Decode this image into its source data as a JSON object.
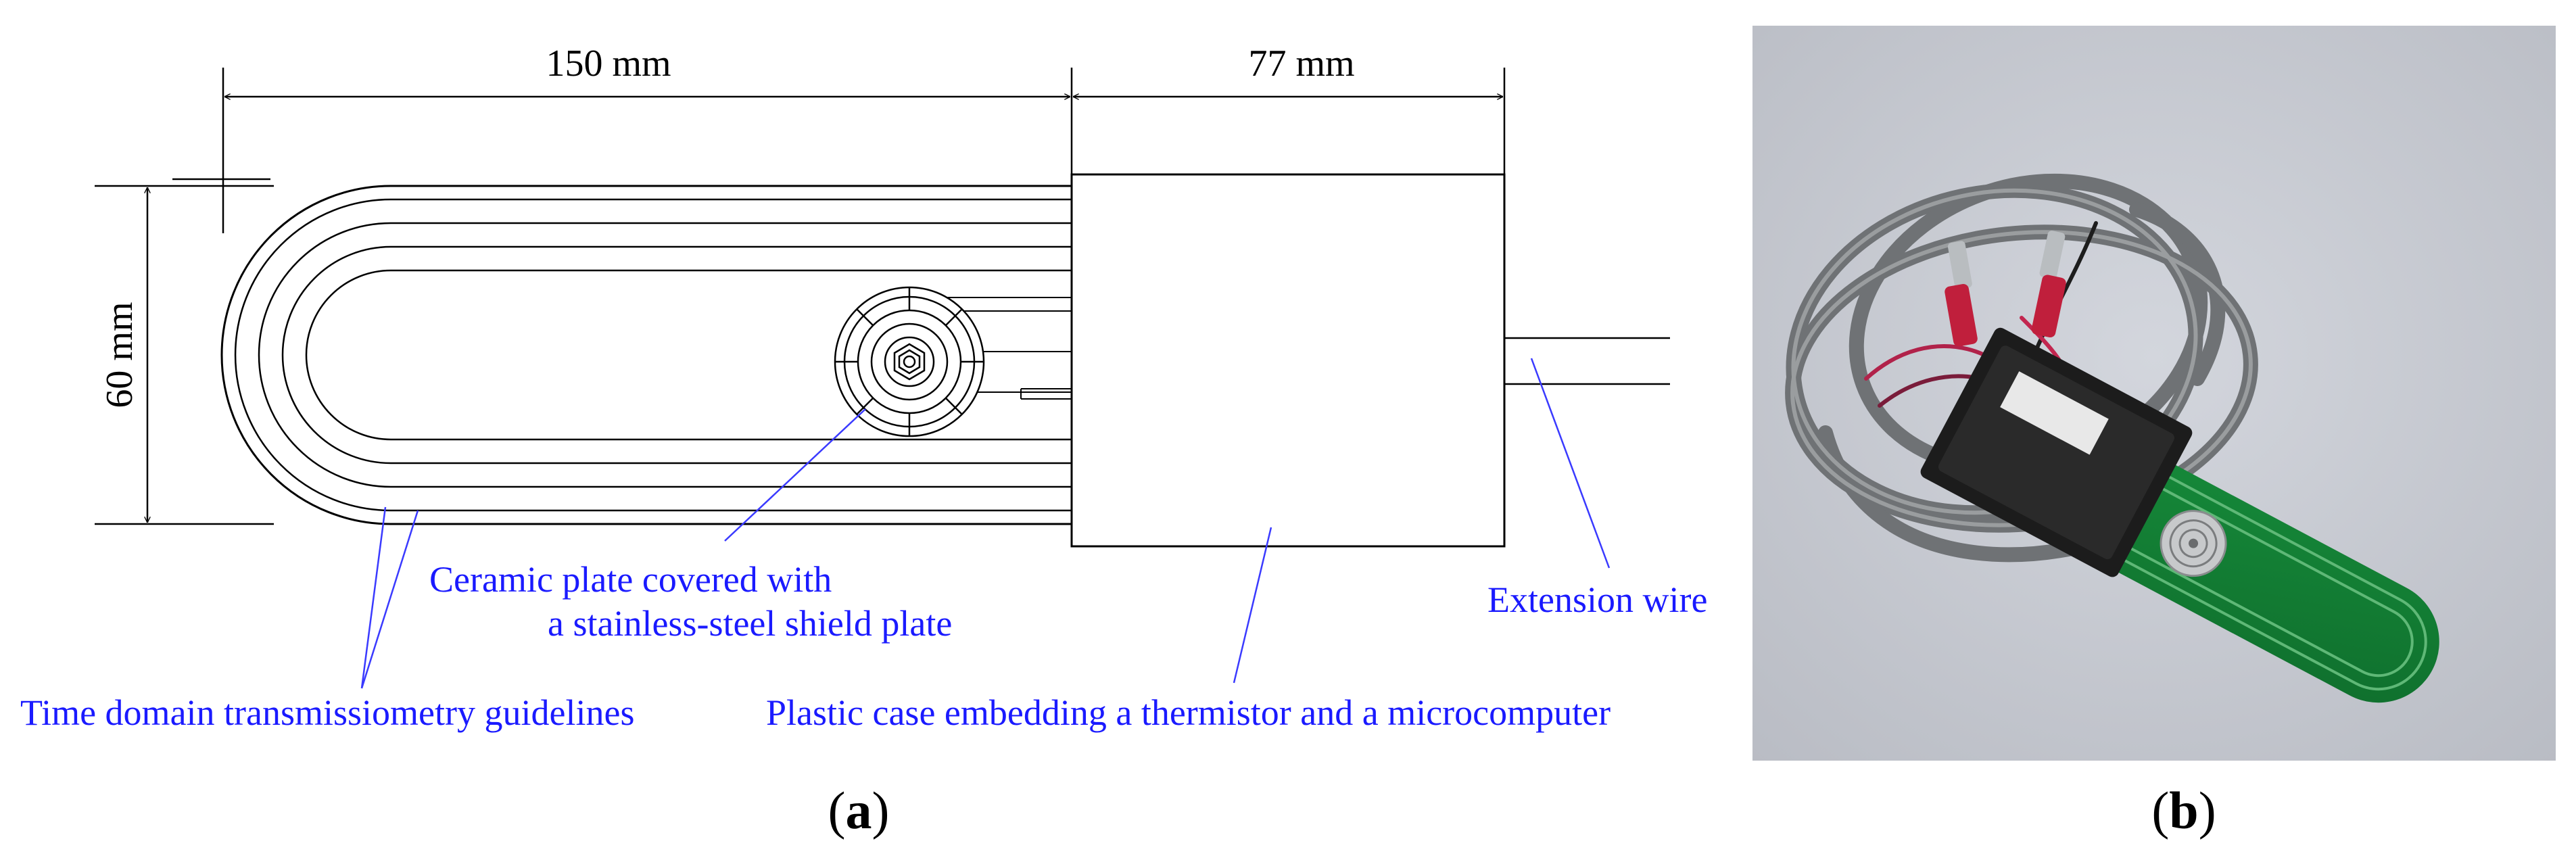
{
  "figure": {
    "dimensions": {
      "length_probe": "150 mm",
      "length_case": "77 mm",
      "width": "60 mm"
    },
    "callouts": {
      "ceramic_line1": "Ceramic plate covered with",
      "ceramic_line2": "a stainless-steel shield plate",
      "extension_wire": "Extension wire",
      "tdt_guidelines": "Time domain transmissiometry guidelines",
      "plastic_case": "Plastic case embedding a thermistor and a microcomputer"
    },
    "panels": {
      "a": {
        "open": "(",
        "letter": "a",
        "close": ")"
      },
      "b": {
        "open": "(",
        "letter": "b",
        "close": ")"
      }
    },
    "colors": {
      "annotation": "#1a1aff",
      "photo_background": "#c9ccd4",
      "pcb_green": "#1f8a3c",
      "case_black": "#1c1c1c",
      "cable_gray": "#7c7f82"
    }
  }
}
